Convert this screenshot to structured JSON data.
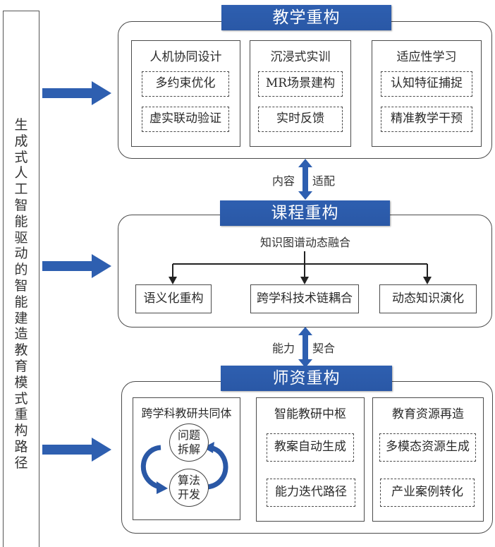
{
  "side_label": {
    "text": "生成式人工智能驱动的智能建造教育模式重构路径"
  },
  "colors": {
    "accent_blue": "#2e5fb0",
    "line": "#4a4a4a"
  },
  "sections": [
    {
      "title": "教学重构",
      "columns": [
        {
          "title": "人机协同设计",
          "items": [
            "多约束优化",
            "虚实联动验证"
          ]
        },
        {
          "title": "沉浸式实训",
          "items": [
            "MR场景建构",
            "实时反馈"
          ]
        },
        {
          "title": "适应性学习",
          "items": [
            "认知特征捕捉",
            "精准教学干预"
          ]
        }
      ]
    },
    {
      "title": "课程重构",
      "root": "知识图谱动态融合",
      "branches": [
        "语义化重构",
        "跨学科技术链耦合",
        "动态知识演化"
      ]
    },
    {
      "title": "师资重构",
      "columns": [
        {
          "title": "跨学科教研共同体",
          "cycle": [
            "问题\n拆解",
            "算法\n开发"
          ],
          "cycle_lines": [
            [
              "问题",
              "拆解"
            ],
            [
              "算法",
              "开发"
            ]
          ]
        },
        {
          "title": "智能教研中枢",
          "items": [
            "教案自动生成",
            "能力迭代路径"
          ]
        },
        {
          "title": "教育资源再造",
          "items": [
            "多模态资源生成",
            "产业案例转化"
          ]
        }
      ]
    }
  ],
  "connectors": [
    {
      "left": "内容",
      "right": "适配"
    },
    {
      "left": "能力",
      "right": "契合"
    }
  ]
}
